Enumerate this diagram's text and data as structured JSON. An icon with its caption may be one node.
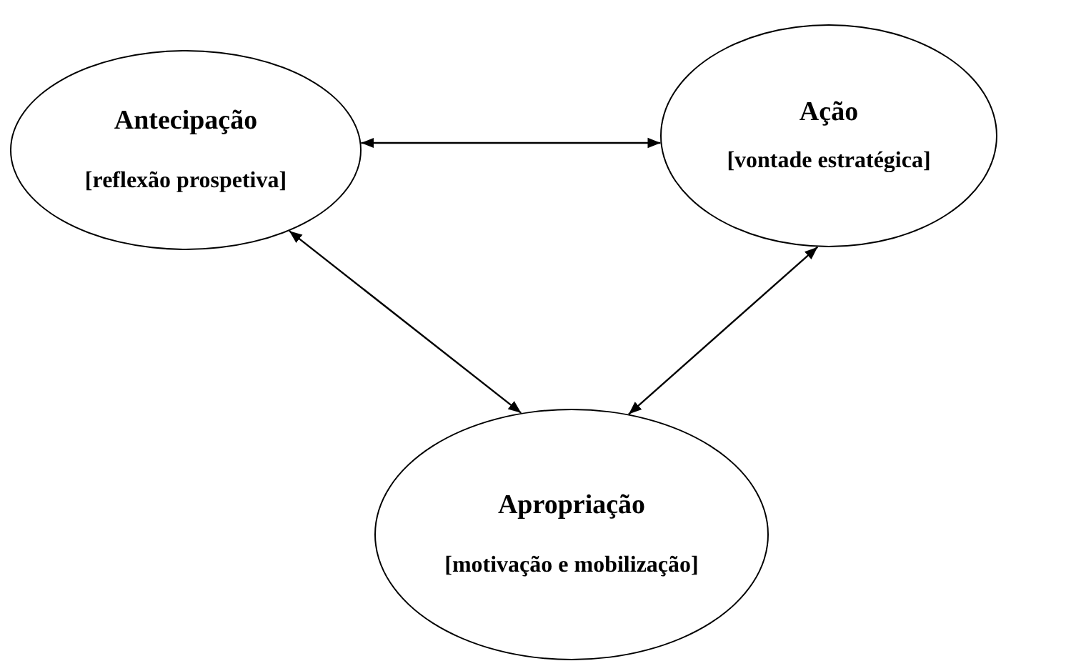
{
  "diagram": {
    "nodes": [
      {
        "text": [
          "Antecipação",
          "[reflexão prospetiva]"
        ]
      },
      {
        "text": [
          "Ação",
          "[vontade estratégica]"
        ]
      },
      {
        "text": [
          "Apropriação",
          "[motivação e mobilização]"
        ]
      }
    ],
    "edges": [
      {
        "from": 0,
        "to": 1,
        "arrow": "both"
      },
      {
        "from": 0,
        "to": 2,
        "arrow": "both"
      },
      {
        "from": 1,
        "to": 2,
        "arrow": "both"
      }
    ]
  }
}
